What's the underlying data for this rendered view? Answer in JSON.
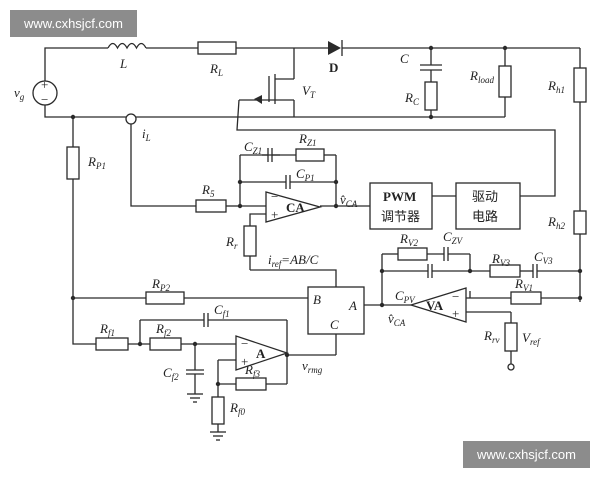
{
  "watermarks": {
    "top": "www.cxhsjcf.com",
    "bottom": "www.cxhsjcf.com"
  },
  "power_stage": {
    "source": {
      "main": "v",
      "sub": "g"
    },
    "source_plus": "+",
    "source_minus": "−",
    "inductor": "L",
    "inductor_resistor": {
      "main": "R",
      "sub": "L"
    },
    "diode": "D",
    "switch": {
      "main": "V",
      "sub": "T"
    },
    "capacitor": "C",
    "capacitor_resistor": {
      "main": "R",
      "sub": "C"
    },
    "load": {
      "main": "R",
      "sub": "load"
    },
    "current_sense": {
      "main": "i",
      "sub": "L"
    },
    "rh1": {
      "main": "R",
      "sub": "h1"
    },
    "rh2": {
      "main": "R",
      "sub": "h2"
    },
    "rp1": {
      "main": "R",
      "sub": "P1"
    }
  },
  "current_loop": {
    "cz1": {
      "main": "C",
      "sub": "Z1"
    },
    "rz1": {
      "main": "R",
      "sub": "Z1"
    },
    "cp1": {
      "main": "C",
      "sub": "P1"
    },
    "r5": {
      "main": "R",
      "sub": "5"
    },
    "rr": {
      "main": "R",
      "sub": "r"
    },
    "amp": "CA",
    "amp_minus": "−",
    "amp_plus": "+",
    "output": {
      "main": "v̂",
      "sub": "CA"
    },
    "iref": {
      "main": "i",
      "sub": "ref",
      "expr": "=AB/C"
    }
  },
  "pwm_block": {
    "line1": "PWM",
    "line2": "调节器"
  },
  "driver_block": {
    "line1": "驱动",
    "line2": "电路"
  },
  "voltage_loop": {
    "rv2": {
      "main": "R",
      "sub": "V2"
    },
    "czv": {
      "main": "C",
      "sub": "ZV"
    },
    "rv3": {
      "main": "R",
      "sub": "V3"
    },
    "cv3": {
      "main": "C",
      "sub": "V3"
    },
    "cpv": {
      "main": "C",
      "sub": "PV"
    },
    "rv1": {
      "main": "R",
      "sub": "V1"
    },
    "amp": "VA",
    "amp_minus": "−",
    "amp_plus": "+",
    "rrv": {
      "main": "R",
      "sub": "rv"
    },
    "vref": {
      "main": "V",
      "sub": "ref"
    },
    "output": {
      "main": "v̂",
      "sub": "CA"
    }
  },
  "multiplier": {
    "a": "A",
    "b": "B",
    "c": "C"
  },
  "feedforward": {
    "rp2": {
      "main": "R",
      "sub": "P2"
    },
    "rf1": {
      "main": "R",
      "sub": "f1"
    },
    "rf2": {
      "main": "R",
      "sub": "f2"
    },
    "cf1": {
      "main": "C",
      "sub": "f1"
    },
    "cf2": {
      "main": "C",
      "sub": "f2"
    },
    "rf3": {
      "main": "R",
      "sub": "f3"
    },
    "rf0": {
      "main": "R",
      "sub": "f0"
    },
    "amp": "A",
    "amp_minus": "−",
    "amp_plus": "+",
    "vrmg": {
      "main": "v",
      "sub": "rmg"
    }
  }
}
